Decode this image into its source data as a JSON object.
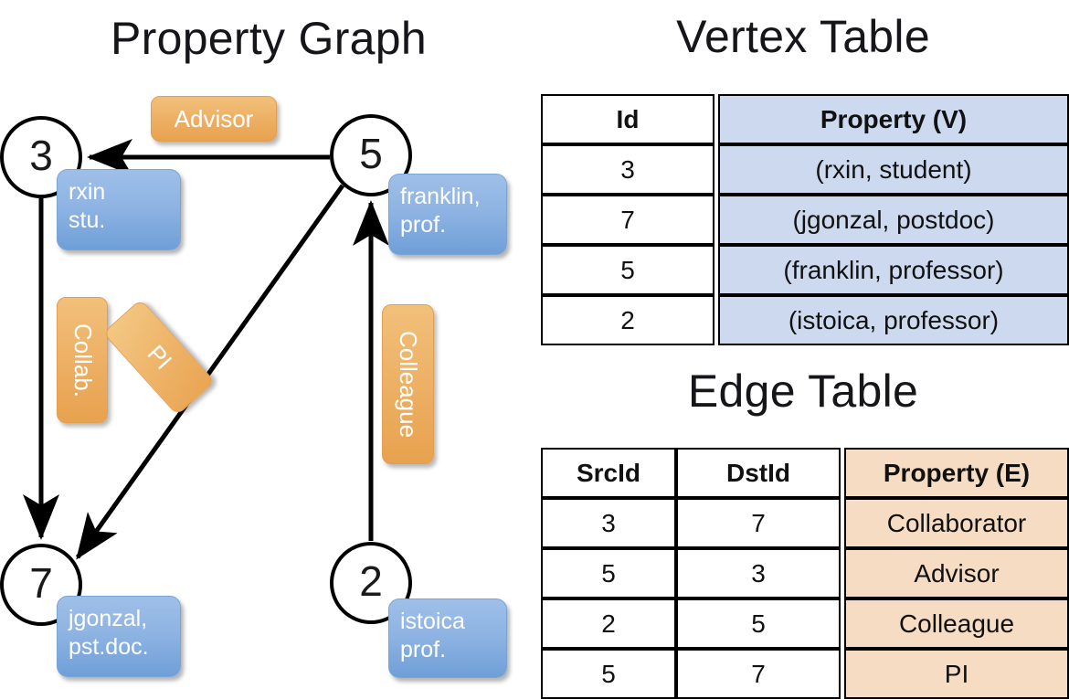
{
  "titles": {
    "property_graph": "Property Graph",
    "vertex_table": "Vertex Table",
    "edge_table": "Edge Table"
  },
  "graph": {
    "vertices": [
      {
        "id": "3",
        "property_label": "rxin\nstu."
      },
      {
        "id": "5",
        "property_label": "franklin,\nprof."
      },
      {
        "id": "7",
        "property_label": "jgonzal,\npst.doc."
      },
      {
        "id": "2",
        "property_label": "istoica\nprof."
      }
    ],
    "edge_labels": [
      {
        "name": "advisor",
        "text": "Advisor"
      },
      {
        "name": "collab",
        "text": "Collab."
      },
      {
        "name": "pi",
        "text": "PI"
      },
      {
        "name": "colleague",
        "text": "Colleague"
      }
    ],
    "edges": [
      {
        "from": "5",
        "to": "3",
        "label": "Advisor"
      },
      {
        "from": "3",
        "to": "7",
        "label": "Collab."
      },
      {
        "from": "5",
        "to": "7",
        "label": "PI"
      },
      {
        "from": "2",
        "to": "5",
        "label": "Colleague"
      }
    ]
  },
  "vertex_table": {
    "headers": [
      "Id",
      "Property (V)"
    ],
    "rows": [
      {
        "id": "3",
        "property": "(rxin, student)"
      },
      {
        "id": "7",
        "property": "(jgonzal, postdoc)"
      },
      {
        "id": "5",
        "property": "(franklin, professor)"
      },
      {
        "id": "2",
        "property": "(istoica, professor)"
      }
    ]
  },
  "edge_table": {
    "headers": [
      "SrcId",
      "DstId",
      "Property (E)"
    ],
    "rows": [
      {
        "src": "3",
        "dst": "7",
        "property": "Collaborator"
      },
      {
        "src": "5",
        "dst": "3",
        "property": "Advisor"
      },
      {
        "src": "2",
        "dst": "5",
        "property": "Colleague"
      },
      {
        "src": "5",
        "dst": "7",
        "property": "PI"
      }
    ]
  },
  "colors": {
    "vertex_property_blue": "#8fb4e3",
    "edge_property_orange": "#edb065",
    "vertex_table_header_fill": "#ccd9ee",
    "edge_table_header_fill": "#f5dcc2",
    "stroke": "#000000",
    "background": "#ffffff"
  }
}
